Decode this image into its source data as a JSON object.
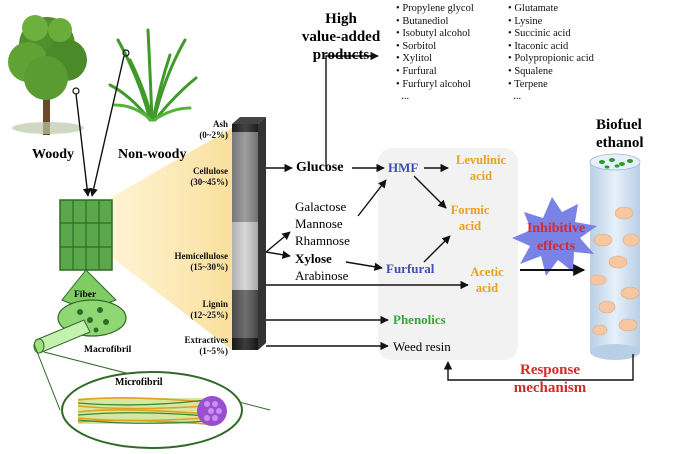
{
  "sources": {
    "woody": "Woody",
    "non_woody": "Non-woody"
  },
  "structure": {
    "fiber": "Fiber",
    "macrofibril": "Macrofibril",
    "microfibril": "Microfibril"
  },
  "composition": [
    {
      "name": "Ash",
      "range": "(0~2%)",
      "color": "#222222"
    },
    {
      "name": "Cellulose",
      "range": "(30~45%)",
      "color": "#8c8c8c"
    },
    {
      "name": "Hemicellulose",
      "range": "(15~30%)",
      "color": "#cfcfcf"
    },
    {
      "name": "Lignin",
      "range": "(12~25%)",
      "color": "#555555"
    },
    {
      "name": "Extractives",
      "range": "(1~5%)",
      "color": "#1a1a1a"
    }
  ],
  "sugars": {
    "glucose": "Glucose",
    "others": [
      "Galactose",
      "Mannose",
      "Rhamnose"
    ],
    "xylose": "Xylose",
    "arabinose": "Arabinose"
  },
  "products": {
    "title": [
      "High",
      "value-added",
      "products"
    ],
    "list_left": [
      "Propylene glycol",
      "Butanediol",
      "Isobutyl alcohol",
      "Sorbitol",
      "Xylitol",
      "Furfural",
      "Furfuryl alcohol",
      "..."
    ],
    "list_right": [
      "Glutamate",
      "Lysine",
      "Succinic acid",
      "Itaconic acid",
      "Polypropionic acid",
      "Squalene",
      "Terpene",
      "..."
    ]
  },
  "inhibitors": {
    "hmf": "HMF",
    "furfural": "Furfural",
    "levulinic": [
      "Levulinic",
      "acid"
    ],
    "formic": [
      "Formic",
      "acid"
    ],
    "acetic": [
      "Acetic",
      "acid"
    ],
    "phenolics": "Phenolics",
    "weed_resin": "Weed resin"
  },
  "effects": {
    "inhibitive": [
      "Inhibitive",
      "effects"
    ],
    "response": [
      "Response",
      "mechanism"
    ]
  },
  "biofuel": [
    "Biofuel",
    "ethanol"
  ],
  "colors": {
    "blue": "#3f4fb0",
    "orange": "#e8a020",
    "green": "#3aa43a",
    "red": "#d42a2a",
    "burst": "#7a82e6",
    "cylinder": "#cfe0f2"
  }
}
